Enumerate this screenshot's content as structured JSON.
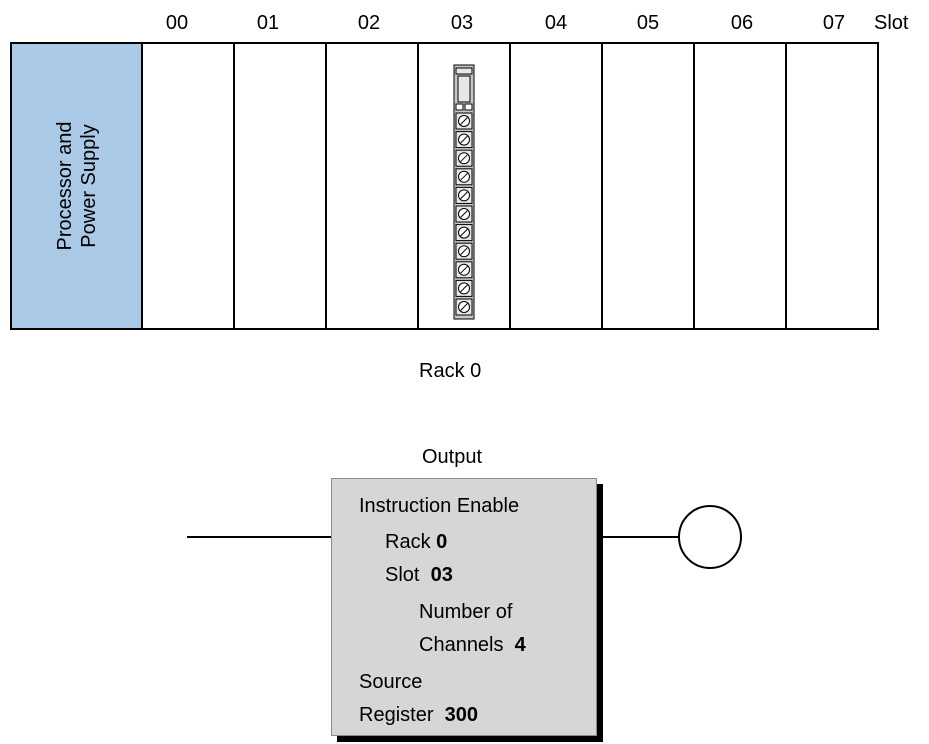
{
  "slots": {
    "labels": [
      "00",
      "01",
      "02",
      "03",
      "04",
      "05",
      "06",
      "07"
    ],
    "header_word": "Slot"
  },
  "rack": {
    "processor_label_line1": "Processor and",
    "processor_label_line2": "Power Supply",
    "installed_module_slot": "03",
    "label": "Rack 0"
  },
  "instruction": {
    "title": "Output",
    "enable_label": "Instruction Enable",
    "rack_label": "Rack",
    "rack_value": "0",
    "slot_label": "Slot",
    "slot_value": "03",
    "channels_label_line1": "Number of",
    "channels_label_line2": "Channels",
    "channels_value": "4",
    "source_label_line1": "Source",
    "source_label_line2": "Register",
    "source_value": "300"
  },
  "colors": {
    "processor_fill": "#a9c9e6",
    "block_fill": "#d6d6d6",
    "module_fill": "#c8c8c8"
  }
}
